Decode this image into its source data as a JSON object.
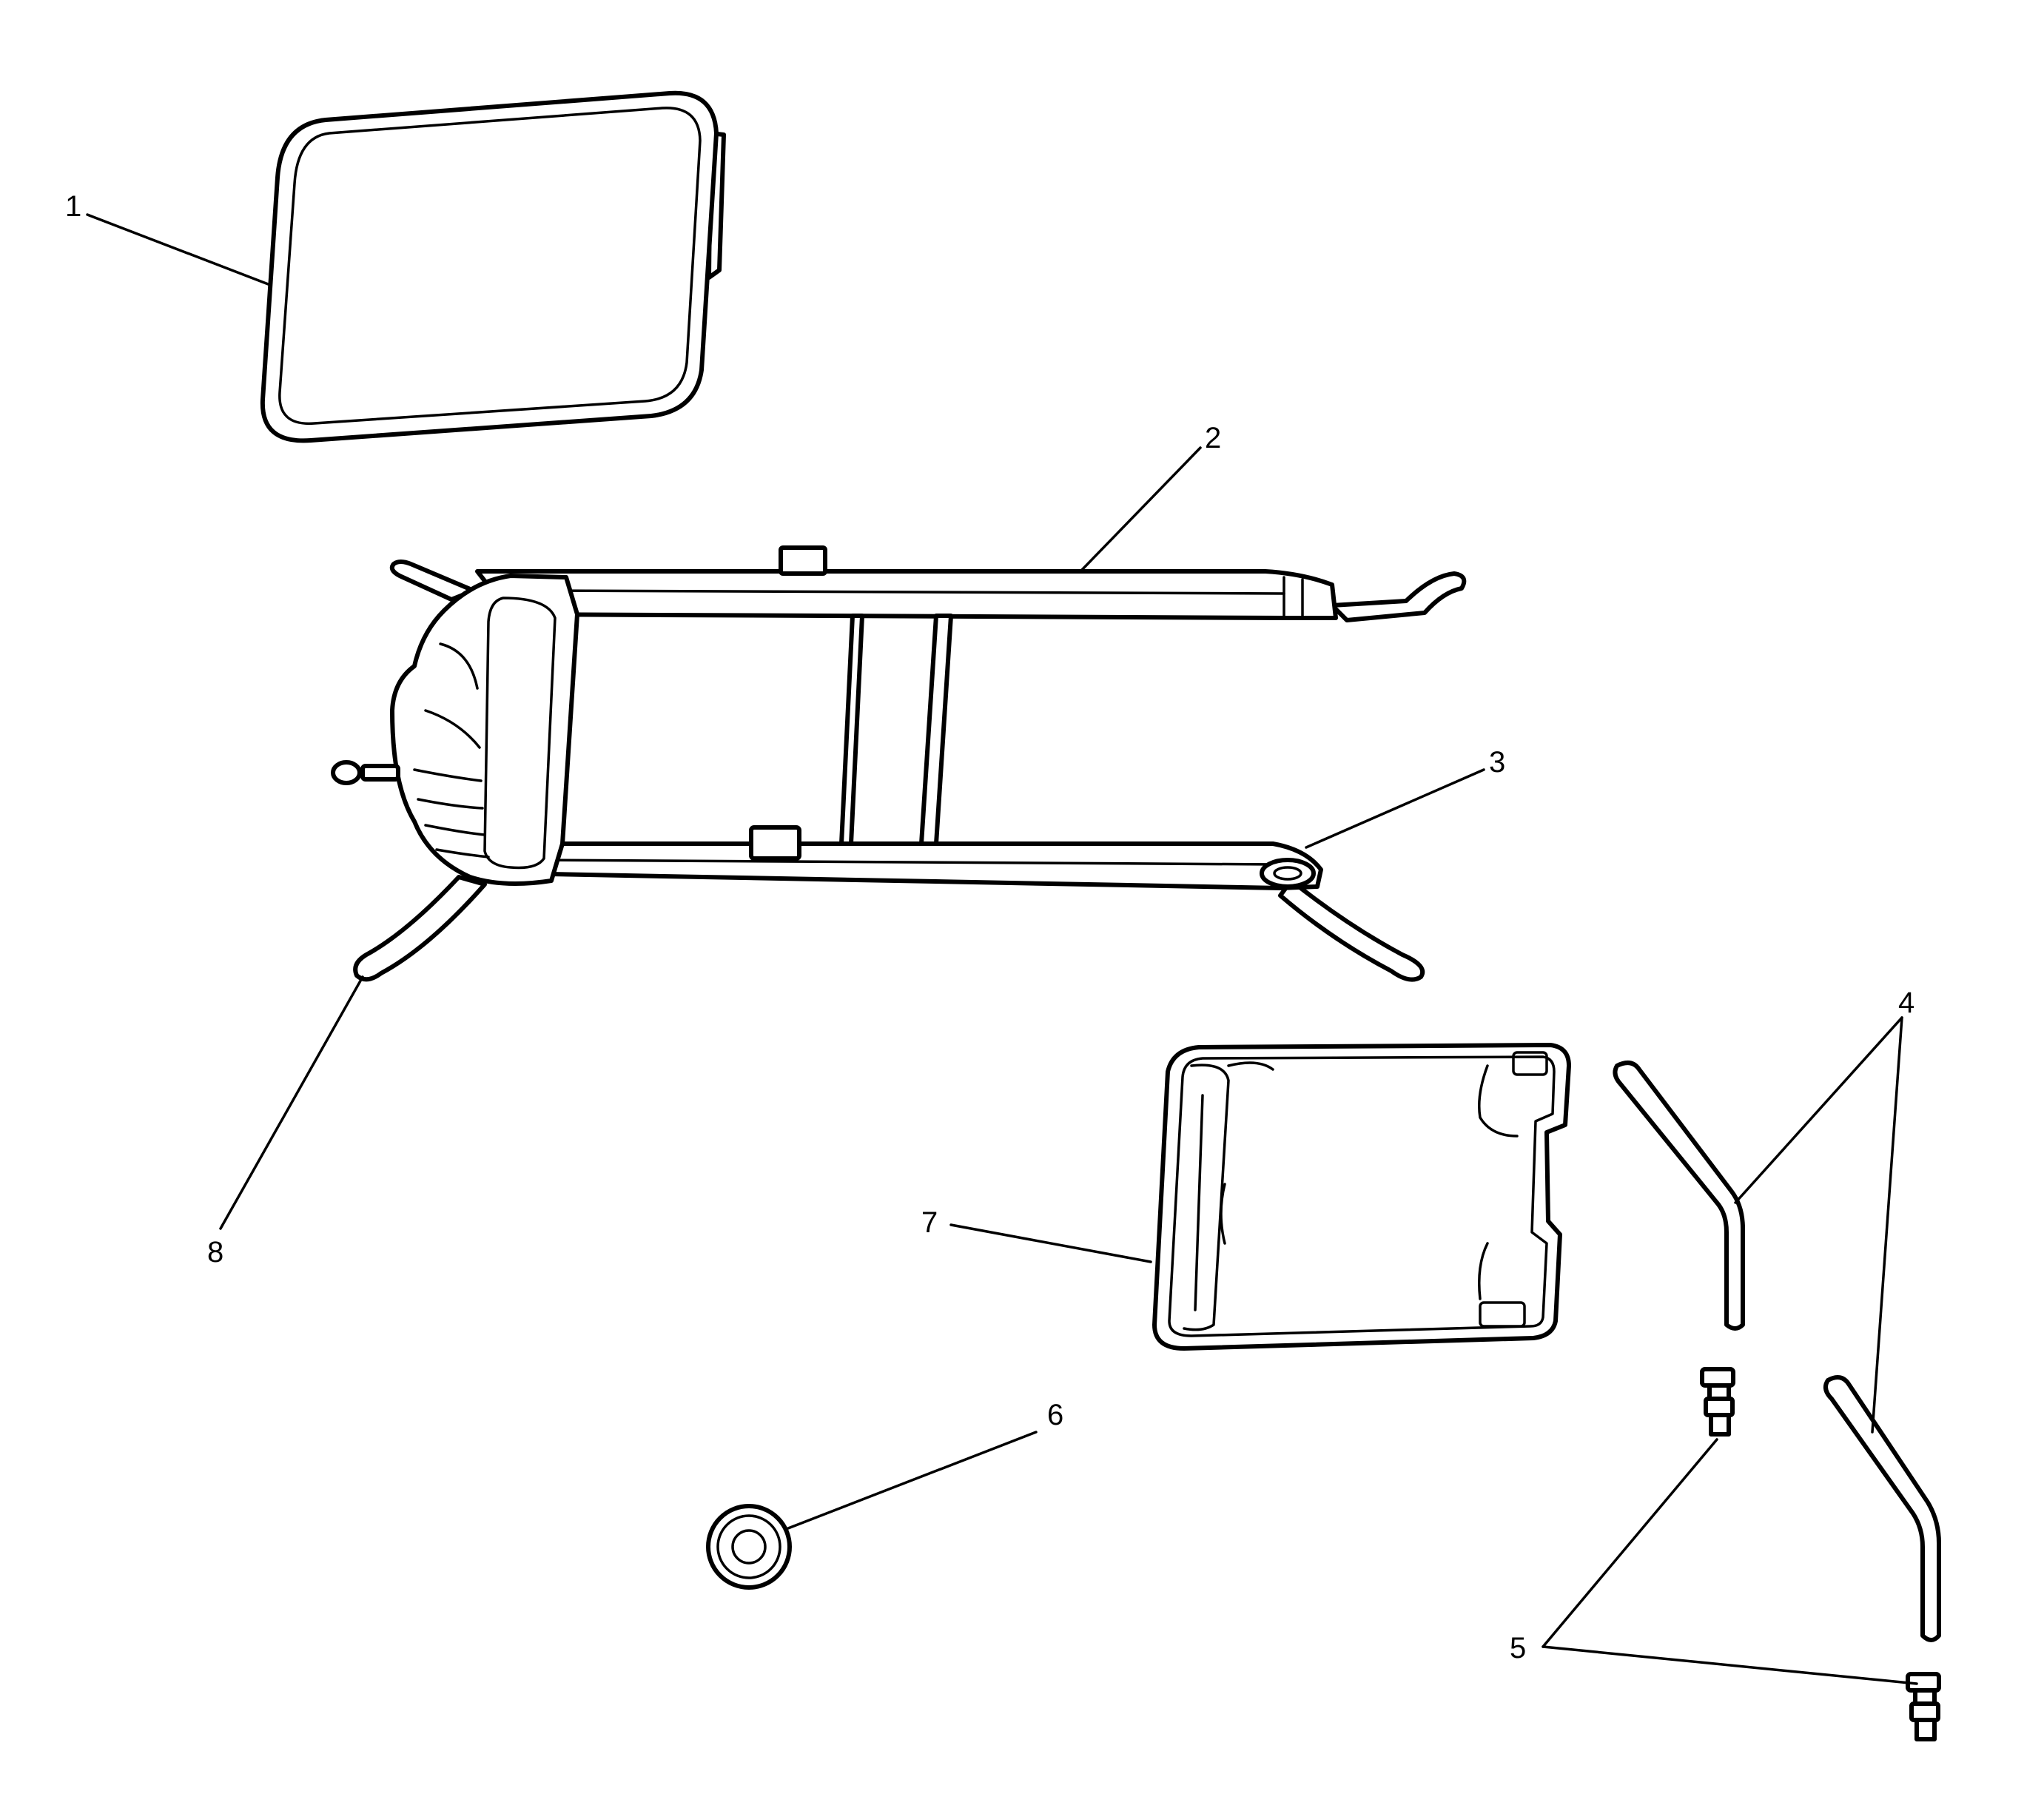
{
  "diagram": {
    "colors": {
      "line": "#000000",
      "background": "#ffffff"
    },
    "callouts": [
      {
        "id": "1",
        "label": "1"
      },
      {
        "id": "2",
        "label": "2"
      },
      {
        "id": "3",
        "label": "3"
      },
      {
        "id": "4",
        "label": "4"
      },
      {
        "id": "5",
        "label": "5"
      },
      {
        "id": "6",
        "label": "6"
      },
      {
        "id": "7",
        "label": "7"
      },
      {
        "id": "8",
        "label": "8"
      }
    ]
  }
}
